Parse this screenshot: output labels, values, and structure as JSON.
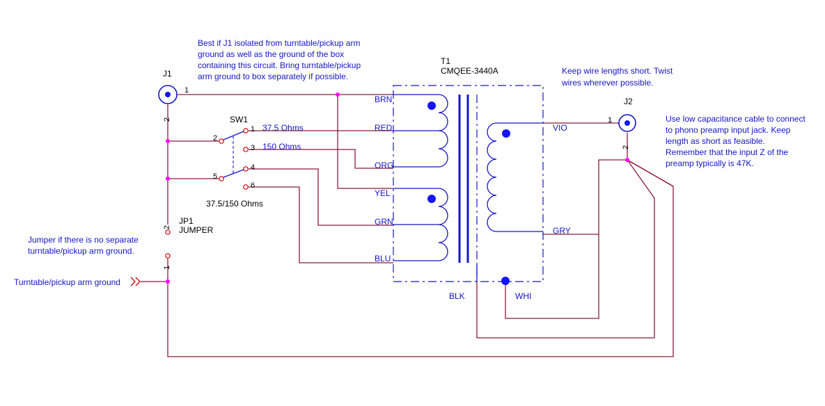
{
  "connectors": {
    "j1": {
      "ref": "J1",
      "pin1": "1",
      "pin2": "2"
    },
    "j2": {
      "ref": "J2",
      "pin1": "1",
      "pin2": "2"
    }
  },
  "switch": {
    "ref": "SW1",
    "value": "37.5/150 Ohms",
    "pins": [
      "1",
      "2",
      "3",
      "4",
      "5",
      "6"
    ],
    "tap_labels": [
      "37.5 Ohms",
      "150 Ohms"
    ]
  },
  "jumper": {
    "ref": "JP1",
    "value": "JUMPER",
    "pin1": "1",
    "pin2": "2"
  },
  "transformer": {
    "ref": "T1",
    "value": "CMQEE-3440A",
    "leads": {
      "brn": "BRN",
      "red": "RED",
      "org": "ORG",
      "yel": "YEL",
      "grn": "GRN",
      "blu": "BLU",
      "vio": "VIO",
      "gry": "GRY",
      "blk": "BLK",
      "whi": "WHI"
    }
  },
  "ground_label": "Turntable/pickup arm ground",
  "notes": {
    "j1_isolation": [
      "Best if J1 isolated from turntable/pickup arm",
      "ground as well as the ground of the box",
      "containing this circuit.  Bring turntable/pickup",
      "arm ground to box separately if possible."
    ],
    "wires": [
      "Keep wire lengths short.  Twist",
      "wires wherever possible."
    ],
    "cable": [
      "Use low capacitance cable to connect",
      "to phono preamp input jack.  Keep",
      "length as short as feasible.",
      "Remember that the input Z of the",
      "preamp typically is 47K."
    ],
    "jumper": [
      "Jumper if there is no separate",
      "turntable/pickup arm ground."
    ]
  },
  "colors": {
    "wire": "#8b1a3a",
    "component": "#1414c8",
    "text": "#1414c8",
    "junction": "#ff00ff",
    "pin": "#cc0000"
  }
}
